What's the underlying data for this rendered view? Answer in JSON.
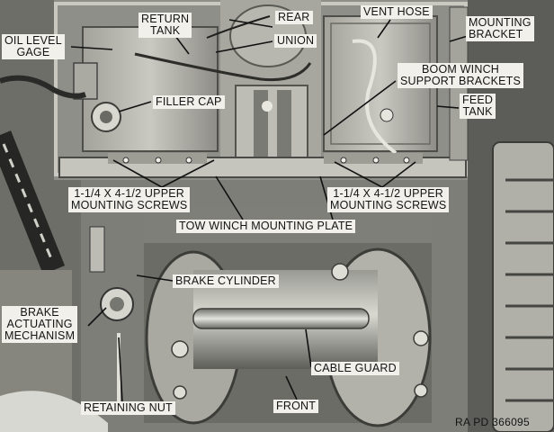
{
  "labels": {
    "oil_level_gage": [
      "OIL LEVEL",
      "GAGE"
    ],
    "return_tank": [
      "RETURN",
      "TANK"
    ],
    "rear": "REAR",
    "union": "UNION",
    "vent_hose": "VENT HOSE",
    "mounting_bracket": [
      "MOUNTING",
      "BRACKET"
    ],
    "boom_winch_support_brackets": [
      "BOOM WINCH",
      "SUPPORT BRACKETS"
    ],
    "filler_cap": "FILLER CAP",
    "feed_tank": [
      "FEED",
      "TANK"
    ],
    "upper_screws_left": [
      "1-1/4 X 4-1/2 UPPER",
      "MOUNTING SCREWS"
    ],
    "upper_screws_right": [
      "1-1/4 X 4-1/2 UPPER",
      "MOUNTING SCREWS"
    ],
    "tow_winch_mounting_plate": "TOW WINCH MOUNTING PLATE",
    "brake_cylinder": "BRAKE CYLINDER",
    "brake_actuating_mechanism": [
      "BRAKE",
      "ACTUATING",
      "MECHANISM"
    ],
    "cable_guard": "CABLE GUARD",
    "retaining_nut": "RETAINING NUT",
    "front": "FRONT"
  },
  "figure_ref": "RA PD 366095"
}
